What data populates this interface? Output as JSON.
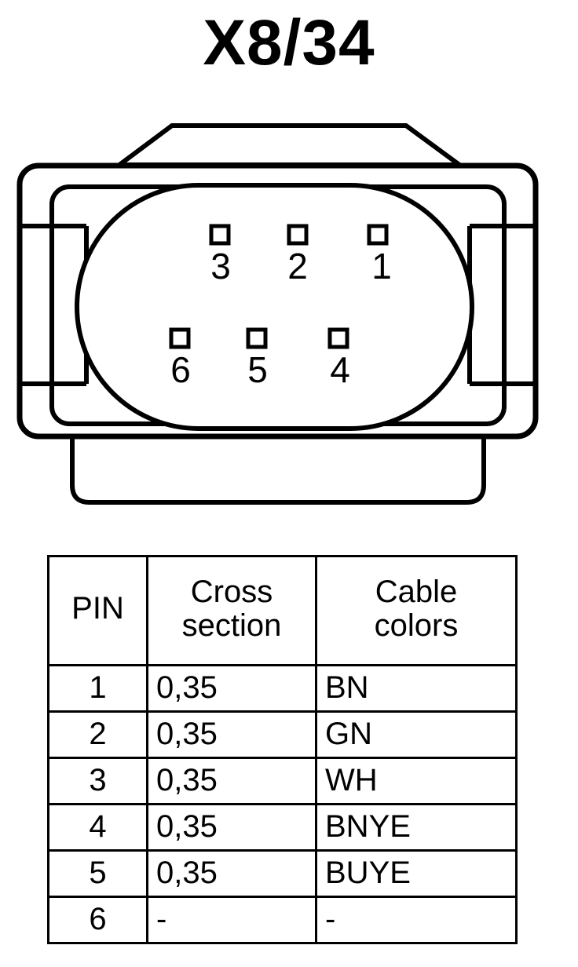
{
  "title": "X8/34",
  "connector": {
    "name": "6-way automotive connector face view",
    "stroke_color": "#000000",
    "fill_color": "#ffffff",
    "pins": [
      {
        "label": "3",
        "row": "top",
        "col": 1
      },
      {
        "label": "2",
        "row": "top",
        "col": 2
      },
      {
        "label": "1",
        "row": "top",
        "col": 3
      },
      {
        "label": "6",
        "row": "bottom",
        "col": 1
      },
      {
        "label": "5",
        "row": "bottom",
        "col": 2
      },
      {
        "label": "4",
        "row": "bottom",
        "col": 3
      }
    ]
  },
  "table": {
    "headers": {
      "pin": {
        "line1": "PIN",
        "line2": ""
      },
      "cross": {
        "line1": "Cross",
        "line2": "section"
      },
      "colors": {
        "line1": "Cable",
        "line2": "colors"
      }
    },
    "rows": [
      {
        "pin": "1",
        "cross": "0,35",
        "colors": "BN"
      },
      {
        "pin": "2",
        "cross": "0,35",
        "colors": "GN"
      },
      {
        "pin": "3",
        "cross": "0,35",
        "colors": "WH"
      },
      {
        "pin": "4",
        "cross": "0,35",
        "colors": "BNYE"
      },
      {
        "pin": "5",
        "cross": "0,35",
        "colors": "BUYE"
      },
      {
        "pin": "6",
        "cross": "-",
        "colors": "-"
      }
    ]
  }
}
